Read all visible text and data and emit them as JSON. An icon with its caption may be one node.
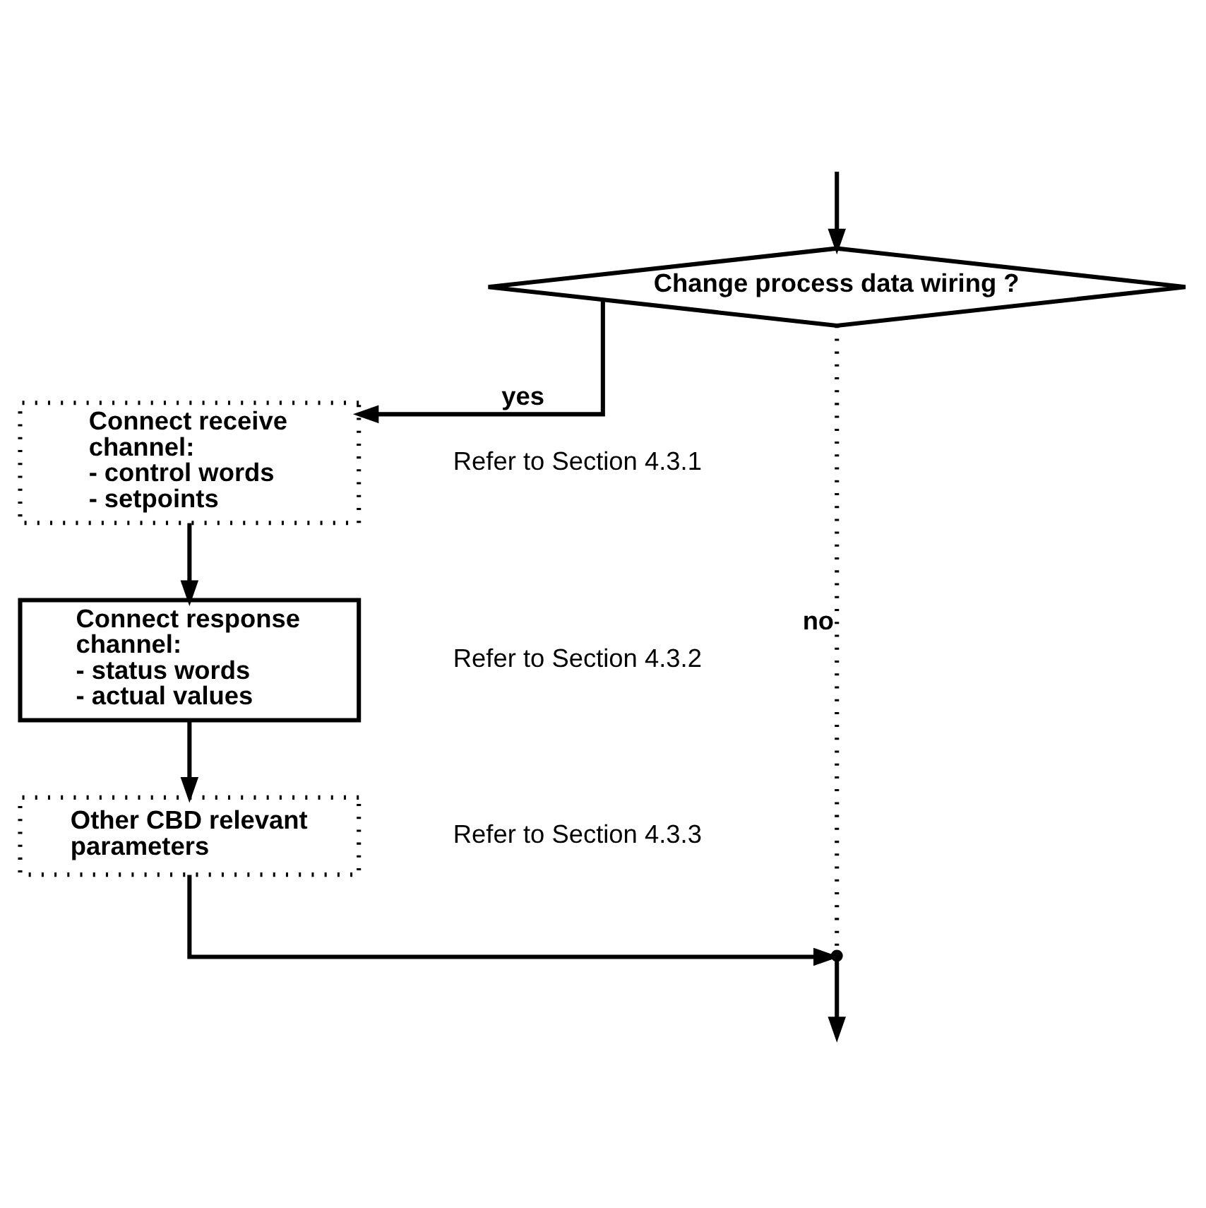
{
  "diagram": {
    "nodes": [
      {
        "text": [
          "Change process data wiring ?"
        ]
      },
      {
        "text": [
          "Connect receive channel: - control words - setpoints"
        ],
        "beside": [
          "Refer to Section 4.3.1"
        ]
      },
      {
        "text": [
          "Connect response channel: - status words - actual values"
        ],
        "beside": [
          "Refer to Section 4.3.2"
        ]
      },
      {
        "text": [
          "Other CBD relevant parameters"
        ],
        "beside": [
          "Refer to Section 4.3.3"
        ]
      },
      {
        "text": [],
        "shape": "point"
      }
    ],
    "edges": [
      {
        "from": null,
        "to": 0,
        "arrow": "to"
      },
      {
        "from": 0,
        "to": 1,
        "arrow": "to",
        "label": "yes"
      },
      {
        "from": 0,
        "to": 4,
        "arrow": "none",
        "label": "no",
        "style": "dashed"
      },
      {
        "from": 1,
        "to": 2,
        "arrow": "to"
      },
      {
        "from": 2,
        "to": 3,
        "arrow": "to"
      },
      {
        "from": 3,
        "to": 4,
        "arrow": "to"
      },
      {
        "from": 4,
        "to": null,
        "arrow": "to"
      }
    ]
  }
}
